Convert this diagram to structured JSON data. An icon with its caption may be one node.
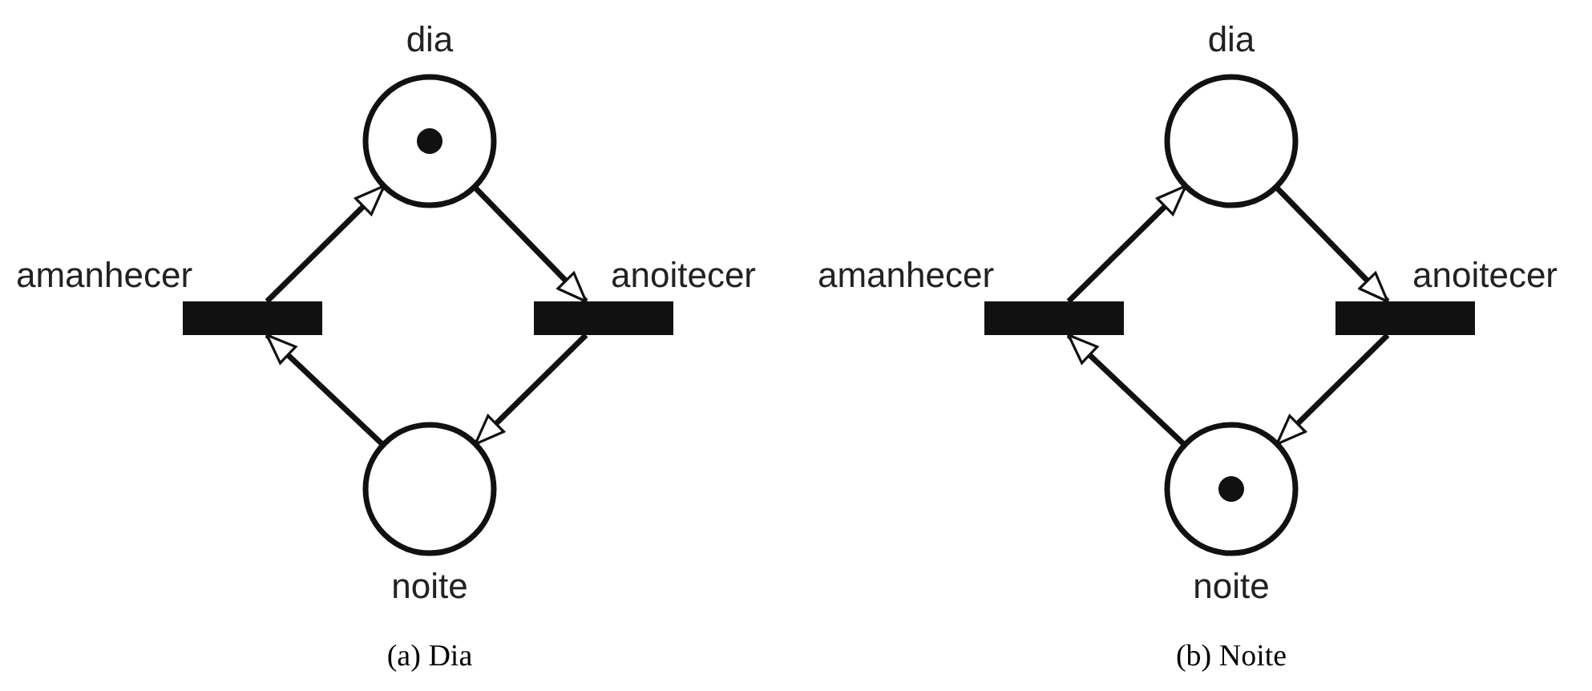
{
  "diagram": {
    "nodes": [
      {
        "text": [
          "dia"
        ]
      },
      {
        "text": [
          "amanhecer"
        ]
      },
      {
        "text": [
          "anoitecer"
        ]
      },
      {
        "text": [
          "noite"
        ]
      },
      {
        "text": [
          "dia"
        ]
      },
      {
        "text": [
          "amanhecer"
        ]
      },
      {
        "text": [
          "anoitecer"
        ]
      },
      {
        "text": [
          "noite"
        ]
      }
    ],
    "edges": [
      {
        "from": 1,
        "to": 0,
        "arrow": "to"
      },
      {
        "from": 0,
        "to": 2,
        "arrow": "to"
      },
      {
        "from": 2,
        "to": 3,
        "arrow": "to"
      },
      {
        "from": 3,
        "to": 1,
        "arrow": "to"
      },
      {
        "from": 5,
        "to": 4,
        "arrow": "to"
      },
      {
        "from": 4,
        "to": 6,
        "arrow": "to"
      },
      {
        "from": 6,
        "to": 7,
        "arrow": "to"
      },
      {
        "from": 7,
        "to": 5,
        "arrow": "to"
      }
    ],
    "labels": [
      "(a) Dia",
      "(b) Noite"
    ]
  }
}
